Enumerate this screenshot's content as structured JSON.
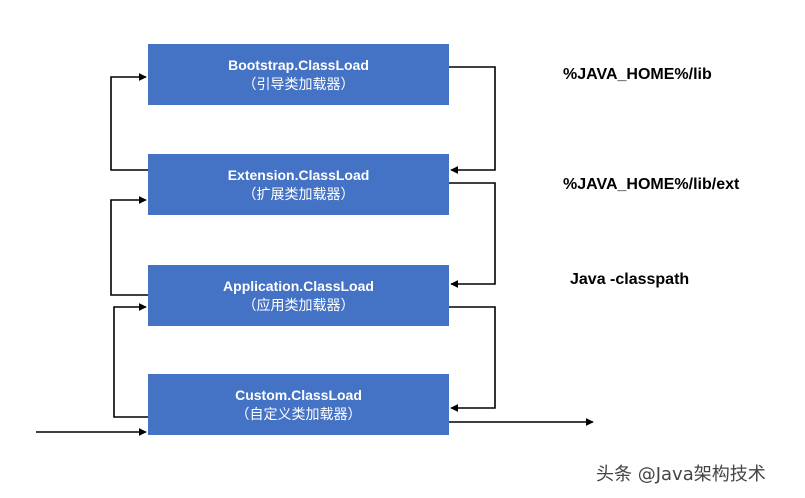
{
  "loaders": [
    {
      "name": "Bootstrap.ClassLoad",
      "desc": "（引导类加载器）"
    },
    {
      "name": "Extension.ClassLoad",
      "desc": "（扩展类加载器）"
    },
    {
      "name": "Application.ClassLoad",
      "desc": "（应用类加载器）"
    },
    {
      "name": "Custom.ClassLoad",
      "desc": "（自定义类加载器）"
    }
  ],
  "paths": [
    {
      "text": "%JAVA_HOME%/lib"
    },
    {
      "text": "%JAVA_HOME%/lib/ext"
    },
    {
      "text": "Java -classpath"
    }
  ],
  "watermark": "头条 @Java架构技术",
  "colors": {
    "box": "#4472C4",
    "box_text": "#FFFFFF",
    "arrow": "#000000"
  }
}
